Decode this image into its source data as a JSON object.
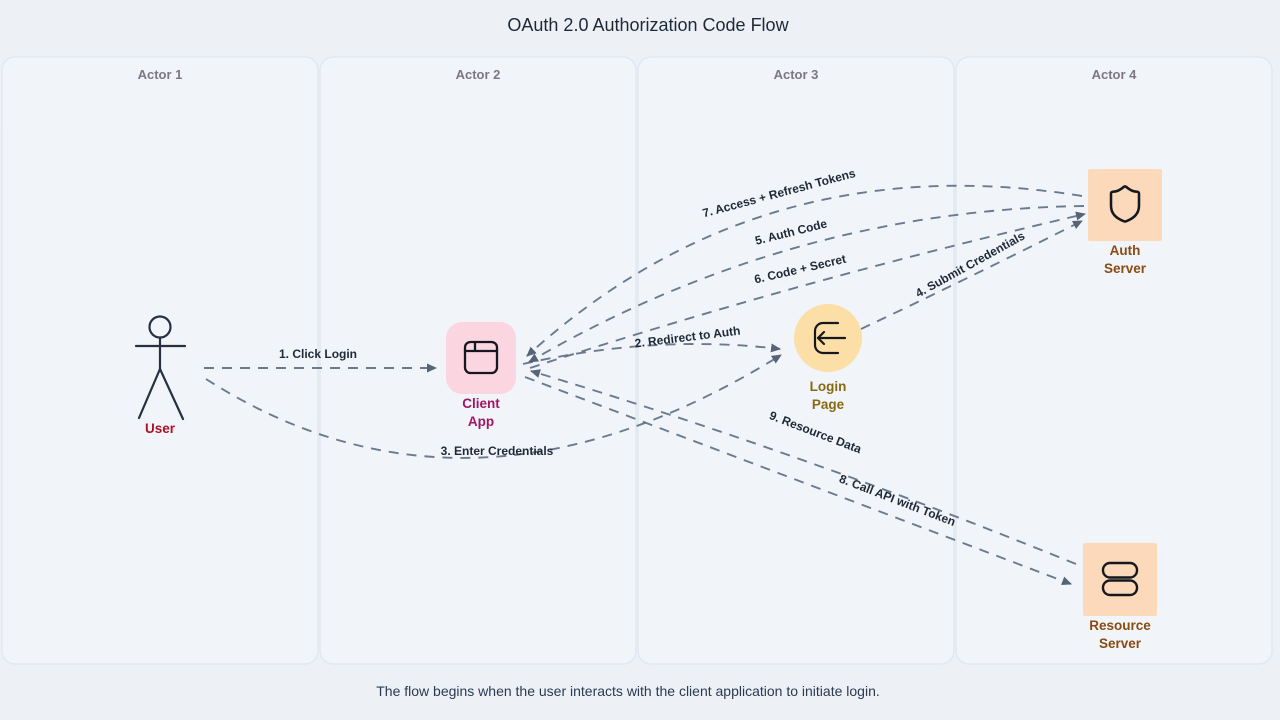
{
  "title": "OAuth 2.0 Authorization Code Flow",
  "caption": "The flow begins when the user interacts with the client application to initiate login.",
  "lanes": [
    {
      "label": "Actor 1"
    },
    {
      "label": "Actor 2"
    },
    {
      "label": "Actor 3"
    },
    {
      "label": "Actor 4"
    }
  ],
  "nodes": {
    "user": {
      "label": "User",
      "label_color": "#ae1126"
    },
    "client_app": {
      "label_line1": "Client",
      "label_line2": "App",
      "label_color": "#a41464",
      "fill": "#fbd5e0",
      "icon": "app-window-icon"
    },
    "login_page": {
      "label_line1": "Login",
      "label_line2": "Page",
      "label_color": "#8a6812",
      "fill": "#fcdfa6",
      "icon": "login-icon"
    },
    "auth_server": {
      "label_line1": "Auth",
      "label_line2": "Server",
      "label_color": "#8a4a12",
      "fill": "#fcd9ba",
      "icon": "shield-icon"
    },
    "resource_server": {
      "label_line1": "Resource",
      "label_line2": "Server",
      "label_color": "#8a4a12",
      "fill": "#fcd9ba",
      "icon": "server-icon"
    }
  },
  "edges": [
    {
      "label": "1. Click Login",
      "from": "user",
      "to": "client_app"
    },
    {
      "label": "2. Redirect to Auth",
      "from": "client_app",
      "to": "login_page"
    },
    {
      "label": "3. Enter Credentials",
      "from": "user",
      "to": "login_page"
    },
    {
      "label": "4. Submit Credentials",
      "from": "login_page",
      "to": "auth_server"
    },
    {
      "label": "5. Auth Code",
      "from": "auth_server",
      "to": "client_app"
    },
    {
      "label": "6. Code + Secret",
      "from": "client_app",
      "to": "auth_server"
    },
    {
      "label": "7. Access + Refresh Tokens",
      "from": "auth_server",
      "to": "client_app"
    },
    {
      "label": "8. Call API with Token",
      "from": "client_app",
      "to": "resource_server"
    },
    {
      "label": "9. Resource Data",
      "from": "resource_server",
      "to": "client_app"
    }
  ],
  "colors": {
    "background": "#edf1f6",
    "lane_fill": "#f1f5f9",
    "lane_border": "#e2e8f0",
    "arrow": "#64748b",
    "edge_label": "#1f2937",
    "title": "#1d2939"
  }
}
